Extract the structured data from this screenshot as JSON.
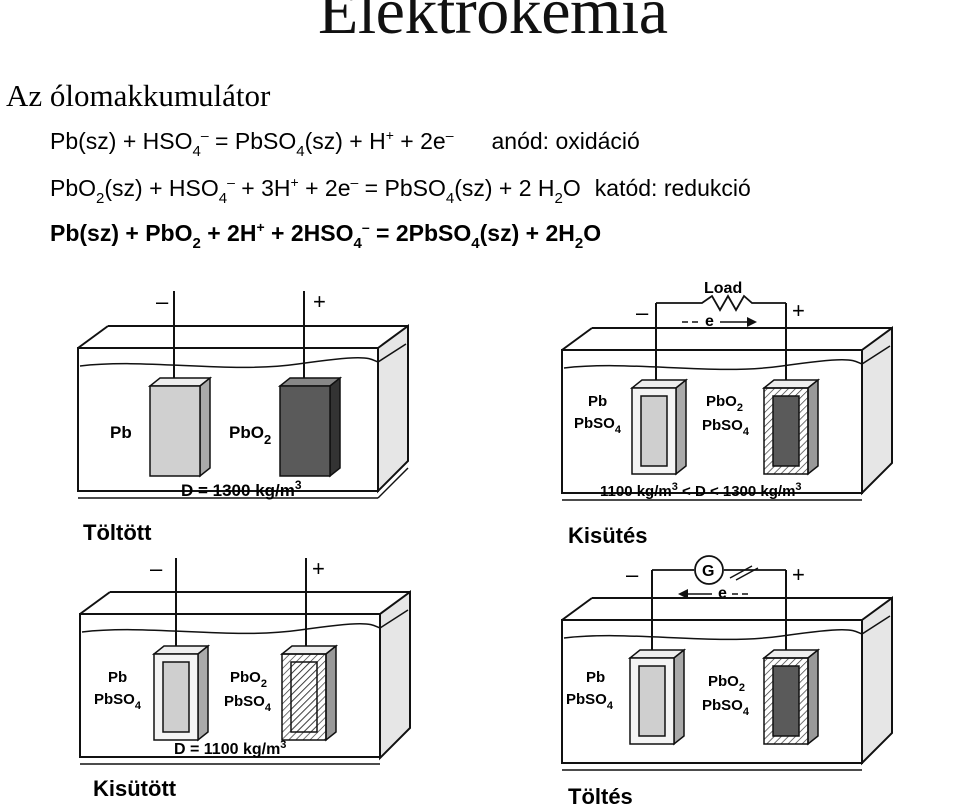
{
  "title": "Elektrokémia",
  "subtitle": "Az ólomakkumulátor",
  "equations": {
    "eq1": {
      "t1": "Pb(sz)  +  HSO",
      "s1": "4",
      "p1": "–",
      "t2": "  =  PbSO",
      "s2": "4",
      "t3": "(sz) + H",
      "p2": "+",
      "t4": " + 2e",
      "p3": "–",
      "note": "anód: oxidáció"
    },
    "eq2": {
      "t1": "PbO",
      "s1": "2",
      "t2": "(sz)  +  HSO",
      "s2": "4",
      "p1": "–",
      "t3": "  + 3H",
      "p2": "+",
      "t4": "  + 2e",
      "p3": "–",
      "t5": "  =  PbSO",
      "s3": "4",
      "t6": "(sz)  + 2 H",
      "s4": "2",
      "t7": "O",
      "note": "katód: redukció"
    },
    "eq3": {
      "t1": "Pb(sz)  +  PbO",
      "s1": "2",
      "t2": "  + 2H",
      "p1": "+",
      "t3": "  + 2HSO",
      "s2": "4",
      "p2": "–",
      "t4": "  =  2PbSO",
      "s3": "4",
      "t5": "(sz) + 2H",
      "s4": "2",
      "t6": "O"
    }
  },
  "cells": {
    "charged": {
      "caption": "Töltött",
      "minus": "–",
      "plus": "+",
      "left_label": "Pb",
      "right_label_main": "PbO",
      "right_label_sub": "2",
      "density": "D = 1300 kg/m",
      "density_sup": "3"
    },
    "discharging": {
      "caption": "Kisütés",
      "load": "Load",
      "electron": "e",
      "minus": "–",
      "plus": "+",
      "left_l1": "Pb",
      "left_l2": "PbSO",
      "left_l2_sub": "4",
      "right_l1": "PbO",
      "right_l1_sub": "2",
      "right_l2": "PbSO",
      "right_l2_sub": "4",
      "density": "1100 kg/m",
      "density_sup1": "3",
      "density_mid": " < D < 1300 kg/m",
      "density_sup2": "3"
    },
    "discharged": {
      "caption": "Kisütött",
      "minus": "–",
      "plus": "+",
      "left_l1": "Pb",
      "left_l2": "PbSO",
      "left_l2_sub": "4",
      "right_l1": "PbO",
      "right_l1_sub": "2",
      "right_l2": "PbSO",
      "right_l2_sub": "4",
      "density": "D = 1100 kg/m",
      "density_sup": "3"
    },
    "charging": {
      "caption": "Töltés",
      "generator": "G",
      "electron": "e",
      "minus": "–",
      "plus": "+",
      "left_l1": "Pb",
      "left_l2": "PbSO",
      "left_l2_sub": "4",
      "right_l1": "PbO",
      "right_l1_sub": "2",
      "right_l2": "PbSO",
      "right_l2_sub": "4"
    }
  },
  "colors": {
    "lightPlate": "#d0d0d0",
    "darkPlate": "#5a5a5a",
    "line": "#111111",
    "tankSide": "#d9d9d9"
  }
}
